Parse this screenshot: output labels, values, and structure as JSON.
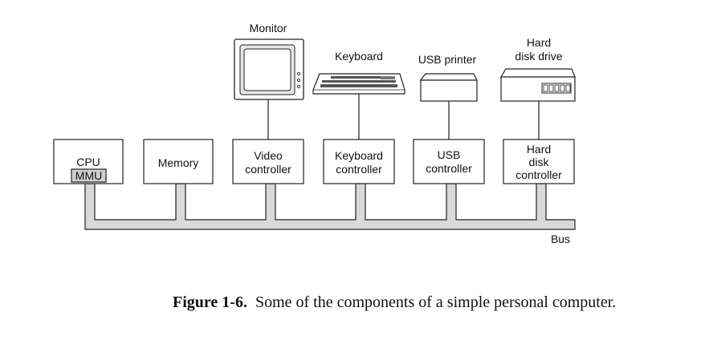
{
  "devices": {
    "monitor": "Monitor",
    "keyboard": "Keyboard",
    "usb_printer": "USB printer",
    "hard_disk": [
      "Hard",
      "disk drive"
    ]
  },
  "controllers": {
    "cpu": "CPU",
    "mmu": "MMU",
    "memory": "Memory",
    "video": [
      "Video",
      "controller"
    ],
    "keyboard": [
      "Keyboard",
      "controller"
    ],
    "usb": [
      "USB",
      "controller"
    ],
    "disk": [
      "Hard",
      "disk",
      "controller"
    ]
  },
  "bus_label": "Bus",
  "caption": {
    "number": "Figure 1-6.",
    "text": "Some of the components of a simple personal computer."
  }
}
